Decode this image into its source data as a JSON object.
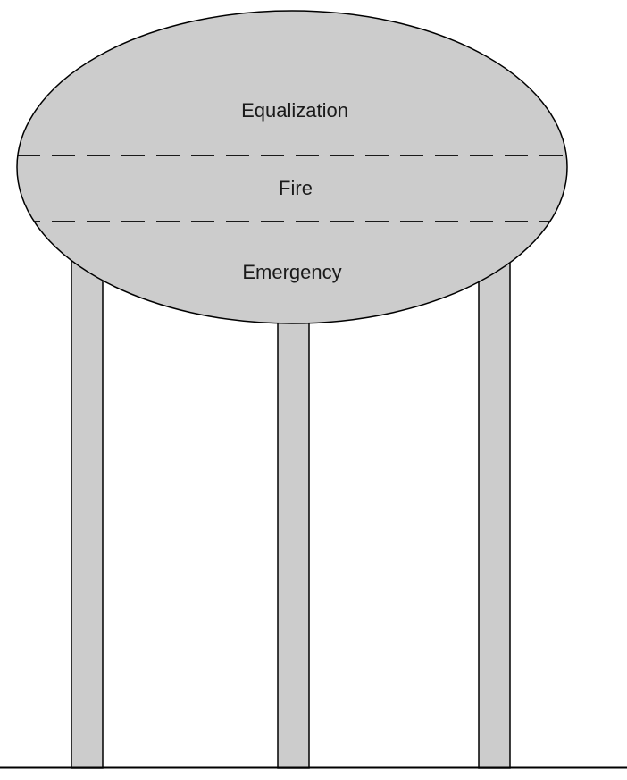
{
  "diagram": {
    "zones": [
      {
        "id": "equalization",
        "label": "Equalization"
      },
      {
        "id": "fire",
        "label": "Fire"
      },
      {
        "id": "emergency",
        "label": "Emergency"
      }
    ],
    "colors": {
      "tank_fill": "#cccccc",
      "leg_fill": "#cccccc",
      "stroke": "#000000",
      "background": "#ffffff"
    }
  }
}
